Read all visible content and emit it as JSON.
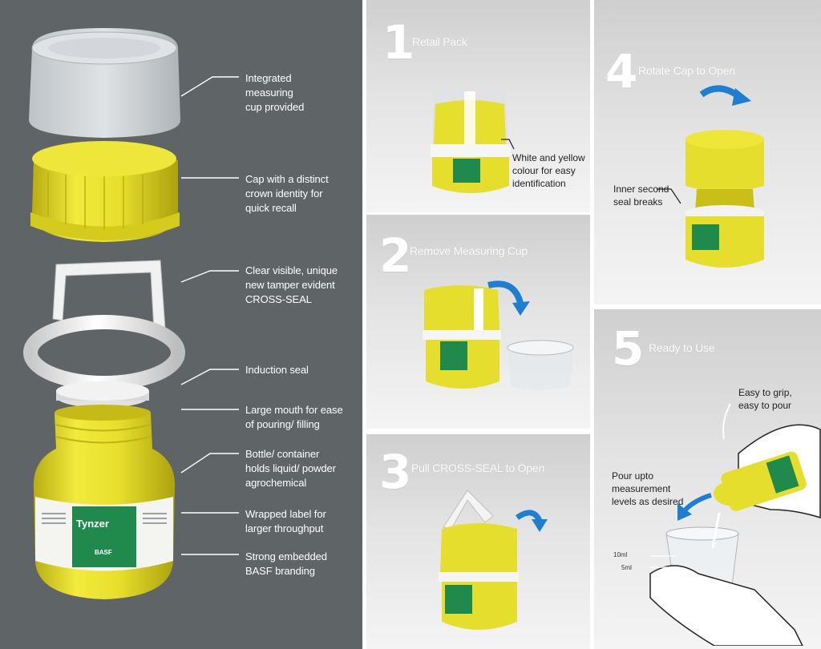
{
  "left": {
    "callouts": [
      "Integrated\nmeasuring\ncup provided",
      "Cap with a distinct\ncrown identity for\nquick recall",
      "Clear visible, unique\nnew tamper evident\nCROSS-SEAL",
      "Induction seal",
      "Large mouth for ease\nof pouring/ filling",
      "Bottle/ container\nholds liquid/ powder\n agrochemical",
      "Wrapped label for\nlarger throughput",
      "Strong embedded\nBASF branding"
    ]
  },
  "steps": [
    {
      "number": "1",
      "title": "Retail Pack",
      "note": "White  and yellow\ncolour for easy\nidentification"
    },
    {
      "number": "2",
      "title": "Remove Measuring Cup"
    },
    {
      "number": "3",
      "title": "Pull CROSS-SEAL to Open"
    },
    {
      "number": "4",
      "title": "Rotate Cap to Open",
      "note": "Inner second\nseal breaks"
    },
    {
      "number": "5",
      "title": "Ready to Use",
      "note_grip": "Easy to grip,\neasy to pour",
      "note_pour": "Pour upto\nmeasurement\nlevels as desired",
      "level_10": "10ml",
      "level_5": "5ml"
    }
  ],
  "product": {
    "brand_name": "Tynzer",
    "maker": "BASF"
  },
  "colors": {
    "yellow": "#e6de2c",
    "green": "#1f8a4c",
    "blue_arrow": "#1e7fd0",
    "left_bg": "#5f6467"
  }
}
